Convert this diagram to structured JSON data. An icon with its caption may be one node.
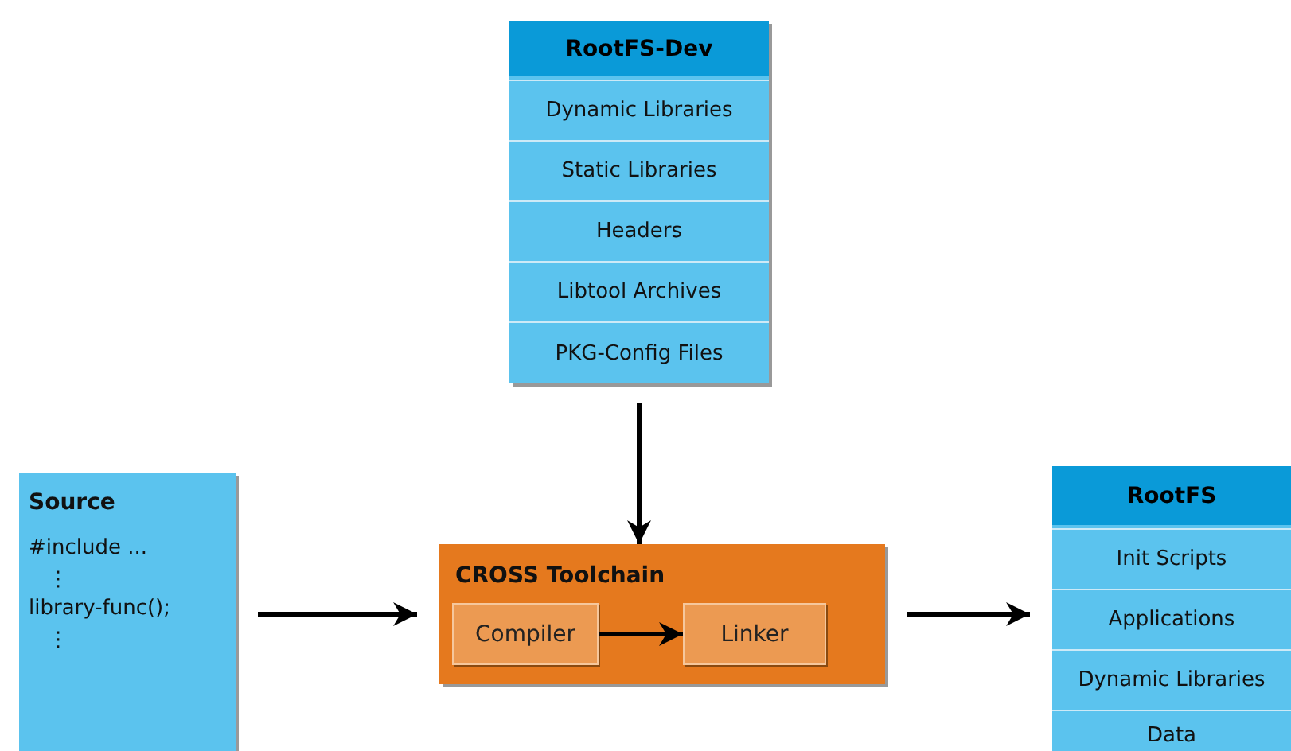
{
  "diagram": {
    "nodes": [
      {
        "text": [
          "RootFS-Dev"
        ]
      },
      {
        "text": [
          "Dynamic Libraries"
        ],
        "in": 0
      },
      {
        "text": [
          "Static Libraries"
        ],
        "in": 0
      },
      {
        "text": [
          "Headers"
        ],
        "in": 0
      },
      {
        "text": [
          "Libtool Archives"
        ],
        "in": 0
      },
      {
        "text": [
          "PKG-Config Files"
        ],
        "in": 0
      },
      {
        "text": [
          "Source",
          "#include ...",
          "⋮",
          "library-func();",
          "⋮"
        ]
      },
      {
        "text": [
          "CROSS Toolchain"
        ]
      },
      {
        "text": [
          "Compiler"
        ],
        "in": 7
      },
      {
        "text": [
          "Linker"
        ],
        "in": 7
      },
      {
        "text": [
          "RootFS"
        ]
      },
      {
        "text": [
          "Init Scripts"
        ],
        "in": 10
      },
      {
        "text": [
          "Applications"
        ],
        "in": 10
      },
      {
        "text": [
          "Dynamic Libraries"
        ],
        "in": 10
      },
      {
        "text": [
          "Data"
        ],
        "in": 10
      }
    ],
    "edges": [
      {
        "from": 0,
        "to": 7,
        "arrow": "to"
      },
      {
        "from": 6,
        "to": 7,
        "arrow": "to"
      },
      {
        "from": 8,
        "to": 9,
        "arrow": "to"
      },
      {
        "from": 7,
        "to": 10,
        "arrow": "to"
      }
    ]
  }
}
